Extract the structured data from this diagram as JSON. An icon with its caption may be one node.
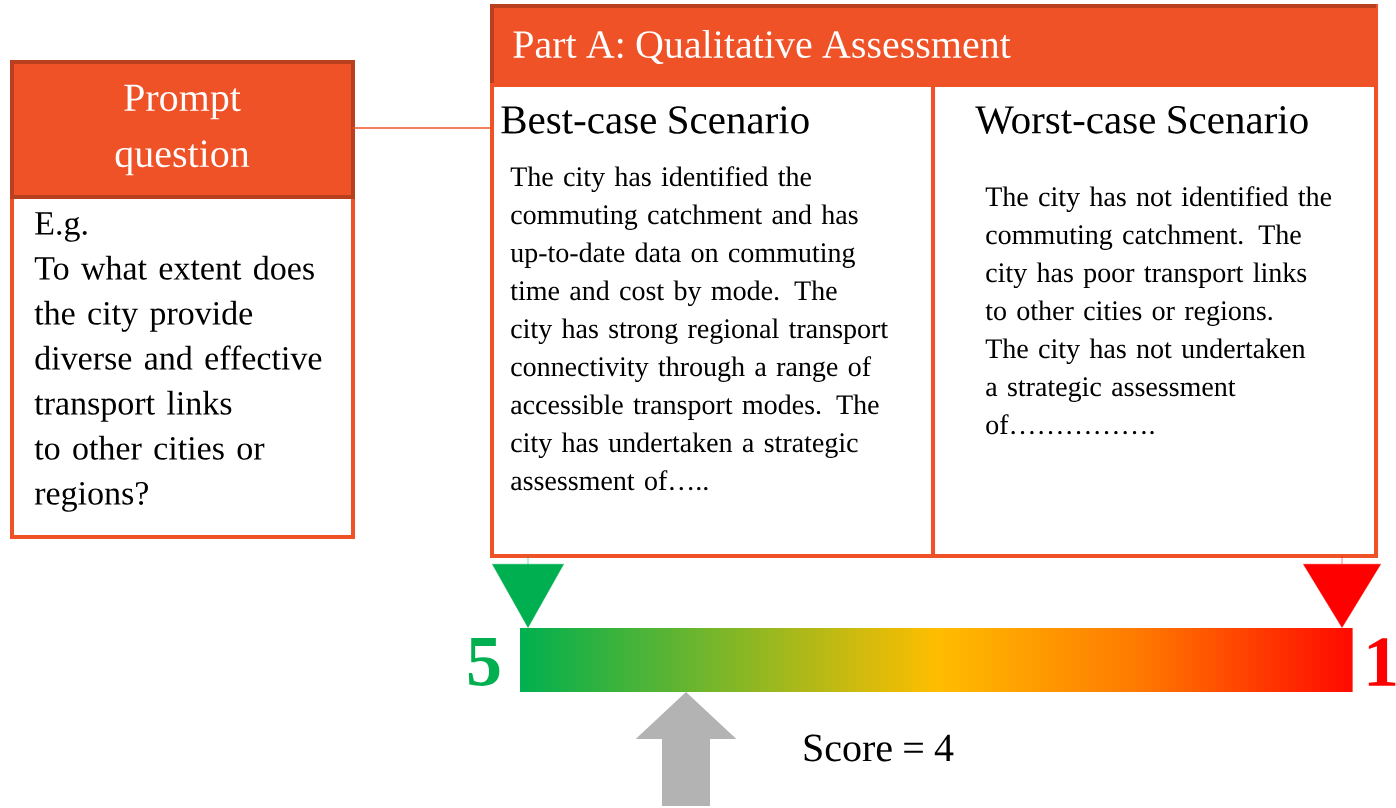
{
  "diagram": {
    "nodes": [
      {
        "text": [
          "Prompt question",
          "E.g.",
          "To what extent does the city provide diverse and effective transport links to other cities or regions?"
        ]
      },
      {
        "text": [
          "Part A: Qualitative Assessment"
        ]
      },
      {
        "text": [
          "Best-case Scenario",
          "The city has identified the commuting catchment and has up-to-date data on commuting time and cost by mode. The city has strong regional transport connectivity through a range of accessible transport modes. The city has undertaken a strategic assessment of….."
        ],
        "in": 1
      },
      {
        "text": [
          "Worst-case Scenario",
          "The city has not identified the commuting catchment. The city has poor transport links to other cities or regions. The city has not undertaken a strategic assessment of……………."
        ],
        "in": 1
      },
      {
        "text": [],
        "shape": "bar"
      }
    ],
    "edges": [
      {
        "from": 0,
        "to": 1,
        "arrow": "none",
        "color": "#f05228"
      },
      {
        "from": 2,
        "to": 4,
        "arrow": "to",
        "color": "#00b050"
      },
      {
        "from": 3,
        "to": 4,
        "arrow": "to",
        "color": "#ff0000"
      },
      {
        "from": null,
        "to": 4,
        "arrow": "to",
        "style": "thick",
        "color": "#b3b3b3"
      }
    ],
    "labels": [
      "5",
      "1",
      "Score = 4"
    ]
  }
}
